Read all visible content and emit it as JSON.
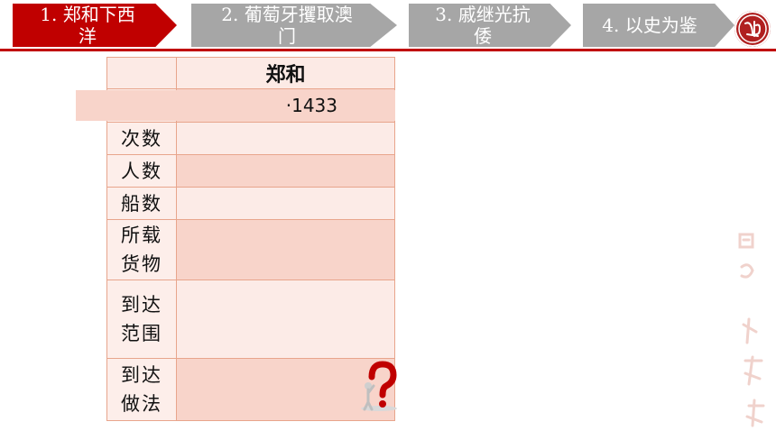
{
  "nav": {
    "steps": [
      {
        "label_line1": "1. 郑和下西",
        "label_line2": "洋"
      },
      {
        "label_line1": "2. 葡萄牙攫取澳",
        "label_line2": "门"
      },
      {
        "label_line1": "3. 戚继光抗",
        "label_line2": "倭"
      },
      {
        "label_line1": "4. 以史为鉴",
        "label_line2": ""
      }
    ]
  },
  "table": {
    "header": "郑和",
    "year": "·1433",
    "rows": [
      {
        "label": "次数",
        "value": ""
      },
      {
        "label": "人数",
        "value": ""
      },
      {
        "label": "船数",
        "value": ""
      },
      {
        "label_line1": "所载",
        "label_line2": "货物",
        "value": ""
      },
      {
        "label_line1": "到达",
        "label_line2": "范围",
        "value": ""
      },
      {
        "label_line1": "到达",
        "label_line2": "做法",
        "value": ""
      }
    ]
  },
  "colors": {
    "accent": "#c00000",
    "inactive_step": "#a6a6a6",
    "cell_light": "#fcebe7",
    "cell_dark": "#f8d4ca",
    "border": "#e8a58c"
  },
  "icons": {
    "seal": "seal-logo-icon",
    "question": "question-mark-icon"
  }
}
